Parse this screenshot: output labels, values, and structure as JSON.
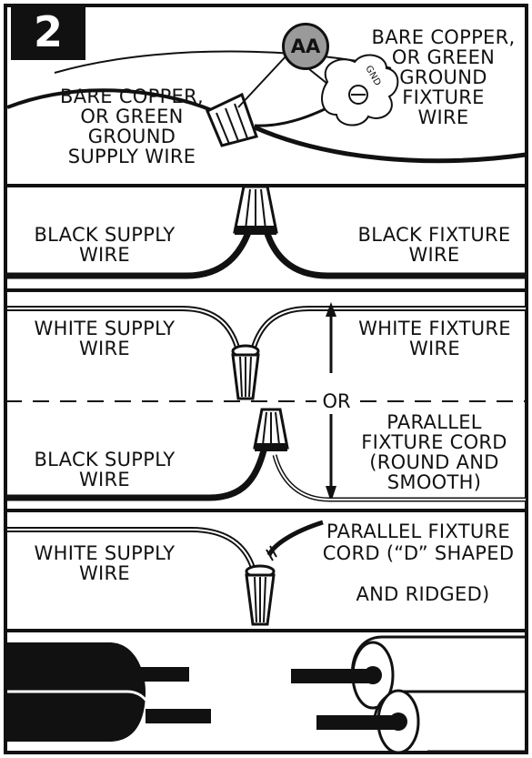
{
  "step": {
    "number": "2"
  },
  "callout": {
    "label": "AA"
  },
  "labels": {
    "bare_copper_fixture": "BARE COPPER,\nOR GREEN\nGROUND\nFIXTURE\nWIRE",
    "bare_copper_supply": "BARE COPPER,\nOR GREEN\nGROUND\nSUPPLY WIRE",
    "gnd_screw": "GND",
    "black_supply_1": "BLACK SUPPLY\nWIRE",
    "black_fixture": "BLACK FIXTURE\nWIRE",
    "white_supply_1": "WHITE SUPPLY\nWIRE",
    "white_fixture": "WHITE FIXTURE\nWIRE",
    "or_divider": "OR",
    "parallel_round": "PARALLEL\nFIXTURE CORD\n(ROUND AND\nSMOOTH)",
    "black_supply_2": "BLACK SUPPLY\nWIRE",
    "white_supply_2": "WHITE SUPPLY\nWIRE",
    "parallel_d_line1": "PARALLEL FIXTURE",
    "parallel_d_line2": "CORD (“D” SHAPED",
    "parallel_d_line3": "AND RIDGED)"
  }
}
